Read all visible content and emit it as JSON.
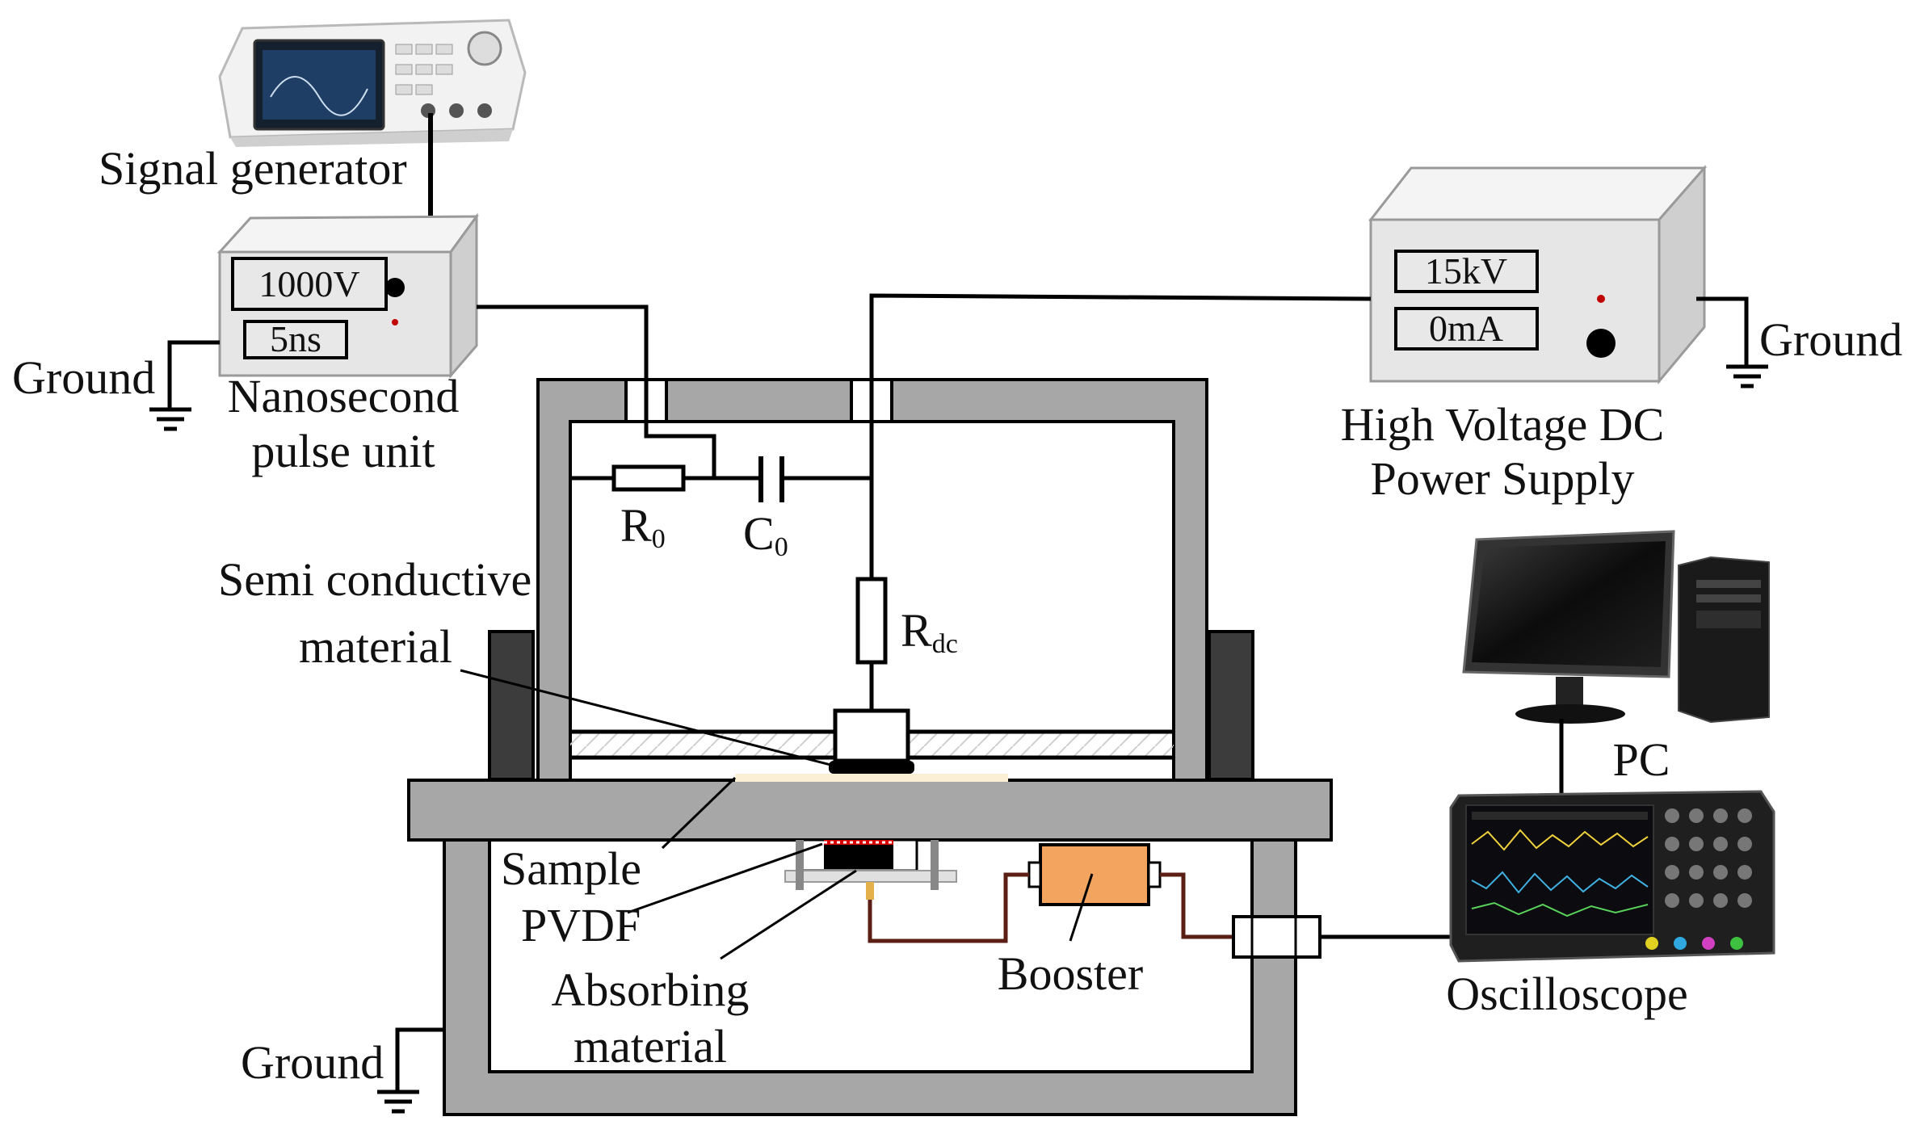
{
  "labels": {
    "signal_generator": "Signal generator",
    "nanosecond_line1": "Nanosecond",
    "nanosecond_line2": "pulse unit",
    "ground": "Ground",
    "hv_line1": "High Voltage DC",
    "hv_line2": "Power Supply",
    "semi_line1": "Semi conductive",
    "semi_line2": "material",
    "sample": "Sample",
    "pvdf": "PVDF",
    "absorbing_line1": "Absorbing",
    "absorbing_line2": "material",
    "booster": "Booster",
    "pc": "PC",
    "oscilloscope": "Oscilloscope"
  },
  "pulse_unit": {
    "voltage": "1000V",
    "width": "5ns"
  },
  "hv_supply": {
    "voltage": "15kV",
    "current": "0mA"
  },
  "components": {
    "r0": {
      "main": "R",
      "sub": "0"
    },
    "c0": {
      "main": "C",
      "sub": "0"
    },
    "rdc": {
      "main": "R",
      "sub": "dc"
    }
  },
  "colors": {
    "box_fill": "#e8e8e8",
    "frame_fill": "#a7a7a7",
    "booster": "#f3a45f",
    "cable": "#5a1e14",
    "sample": "#fbefd6"
  }
}
